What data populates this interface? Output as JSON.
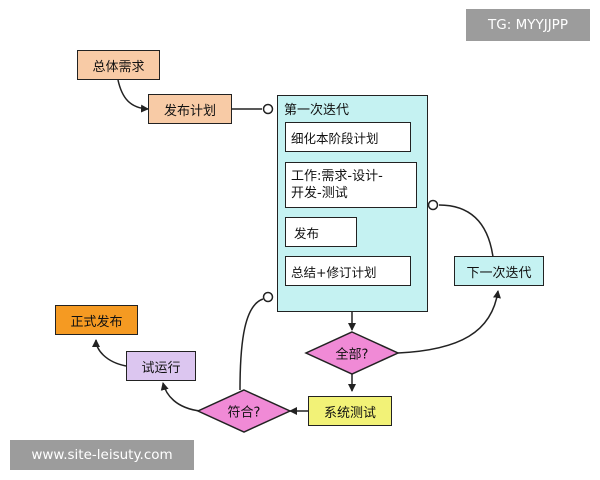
{
  "nodes": {
    "overall_requirements": "总体需求",
    "release_plan": "发布计划",
    "first_iteration": "第一次迭代",
    "refine_stage_plan": "细化本阶段计划",
    "work_line1": "工作:需求-设计-",
    "work_line2": "开发-测试",
    "release": "发布",
    "summary_revise": "总结+修订计划",
    "all_decision": "全部?",
    "next_iteration": "下一次迭代",
    "system_test": "系统测试",
    "conform_decision": "符合?",
    "trial_run": "试运行",
    "official_release": "正式发布"
  },
  "watermarks": {
    "top_right": "TG: MYYJJPP",
    "bottom_left": "www.site-leisuty.com"
  },
  "colors": {
    "peach": "#f8cba6",
    "cyan": "#c5f2f2",
    "orange": "#f59a22",
    "lavender": "#dcc6f0",
    "yellow": "#f2f277",
    "pink": "#f08ad6"
  }
}
